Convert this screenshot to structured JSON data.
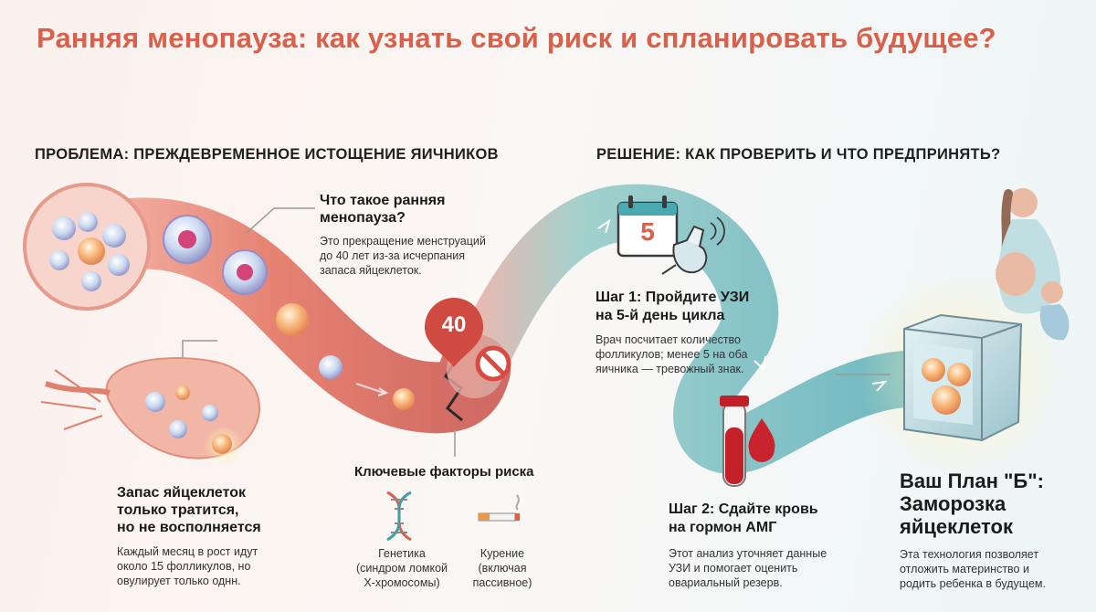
{
  "title": "Ранняя менопауза: как узнать свой риск и спланировать будущее?",
  "problem": {
    "header": "ПРОБЛЕМА: ПРЕЖДЕВРЕМЕННОЕ ИСТОЩЕНИЕ ЯИЧНИКОВ",
    "what_is": {
      "heading_lines": [
        "Что такое ранняя",
        "менопауза?"
      ],
      "text_lines": [
        "Это прекращение менструаций",
        "до 40 лет из-за исчерпания",
        "запаса яйцеклеток."
      ]
    },
    "age_badge": "40",
    "reserve": {
      "heading_lines": [
        "Запас яйцеклеток",
        "только тратится,",
        "но не восполняется"
      ],
      "text_lines": [
        "Каждый месяц в рост идут",
        "около 15 фолликулов, но",
        "овулирует только однн."
      ]
    },
    "risk_factors": {
      "heading": "Ключевые факторы риска",
      "items": [
        {
          "icon": "dna-icon",
          "lines": [
            "Генетика",
            "(синдром ломкой",
            "Х-хромосомы)"
          ]
        },
        {
          "icon": "cigarette-icon",
          "lines": [
            "Курение",
            "(включая",
            "пассивное)"
          ]
        }
      ]
    }
  },
  "solution": {
    "header": "РЕШЕНИЕ: КАК ПРОВЕРИТЬ И ЧТО ПРЕДПРИНЯТЬ?",
    "calendar_day": "5",
    "step1": {
      "heading_lines": [
        "Шаг 1: Пройдите УЗИ",
        "на 5-й день цикла"
      ],
      "text_lines": [
        "Врач посчитает количество",
        "фолликулов; менее 5 на оба",
        "яичника — тревожный знак."
      ]
    },
    "step2": {
      "heading_lines": [
        "Шаг 2: Сдайте кровь",
        "на гормон АМГ"
      ],
      "text_lines": [
        "Этот анализ уточняет данные",
        "УЗИ и помогает оценить",
        "овариальный резерв."
      ]
    },
    "plan_b": {
      "heading_lines": [
        "Ваш План \"Б\":",
        "Заморозка",
        "яйцеклеток"
      ],
      "text_lines": [
        "Эта технология позволяет",
        "отложить материнство и",
        "родить ребенка в будущем."
      ]
    }
  },
  "colors": {
    "title": "#d9604a",
    "warm_path": "#e2725f",
    "cool_path": "#5fb8bf",
    "badge": "#cf4a40"
  }
}
